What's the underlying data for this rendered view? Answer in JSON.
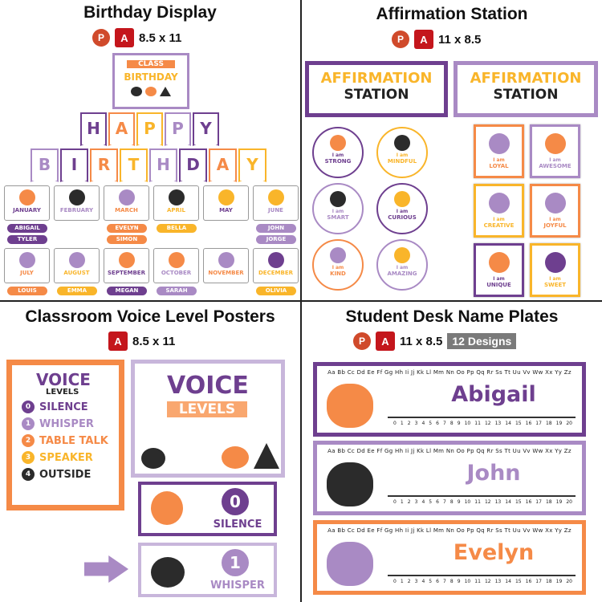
{
  "colors": {
    "purple": "#6e3f8f",
    "lavender": "#a98ac4",
    "orange": "#f58a47",
    "yellow": "#f9b52a",
    "black": "#2b2b2b"
  },
  "birthday": {
    "title": "Birthday Display",
    "formats": [
      "P",
      "A"
    ],
    "size": "8.5 x 11",
    "poster": {
      "line1": "CLASS",
      "line2": "BIRTHDAY"
    },
    "happy": [
      "H",
      "A",
      "P",
      "P",
      "Y"
    ],
    "birthday_word": [
      "B",
      "I",
      "R",
      "T",
      "H",
      "D",
      "A",
      "Y"
    ],
    "months": [
      {
        "label": "JANUARY",
        "color": "#6e3f8f",
        "icon": "pumpkin-icon",
        "iconColor": "#f58a47",
        "names": [
          "ABIGAIL",
          "TYLER"
        ]
      },
      {
        "label": "FEBRUARY",
        "color": "#a98ac4",
        "icon": "cauldron-icon",
        "iconColor": "#2b2b2b",
        "names": []
      },
      {
        "label": "MARCH",
        "color": "#f58a47",
        "icon": "spiderweb-icon",
        "iconColor": "#a98ac4",
        "names": [
          "EVELYN",
          "SIMON"
        ]
      },
      {
        "label": "APRIL",
        "color": "#f9b52a",
        "icon": "witch-hat-icon",
        "iconColor": "#2b2b2b",
        "names": [
          "BELLA"
        ]
      },
      {
        "label": "MAY",
        "color": "#6e3f8f",
        "icon": "candy-corn-icon",
        "iconColor": "#f9b52a",
        "names": []
      },
      {
        "label": "JUNE",
        "color": "#a98ac4",
        "icon": "moon-bat-icon",
        "iconColor": "#f9b52a",
        "names": [
          "JOHN",
          "JORGE"
        ]
      },
      {
        "label": "JULY",
        "color": "#f58a47",
        "icon": "lollipop-icon",
        "iconColor": "#a98ac4",
        "names": [
          "LOUIS"
        ]
      },
      {
        "label": "AUGUST",
        "color": "#f9b52a",
        "icon": "ghost-icon",
        "iconColor": "#a98ac4",
        "names": [
          "EMMA"
        ]
      },
      {
        "label": "SEPTEMBER",
        "color": "#6e3f8f",
        "icon": "ghost-icon",
        "iconColor": "#f58a47",
        "names": [
          "MEGAN"
        ]
      },
      {
        "label": "OCTOBER",
        "color": "#a98ac4",
        "icon": "candy-cane-icon",
        "iconColor": "#f58a47",
        "names": [
          "SARAH"
        ]
      },
      {
        "label": "NOVEMBER",
        "color": "#f58a47",
        "icon": "candy-icon",
        "iconColor": "#a98ac4",
        "names": []
      },
      {
        "label": "DECEMBER",
        "color": "#f9b52a",
        "icon": "bone-icon",
        "iconColor": "#6e3f8f",
        "names": [
          "OLIVIA"
        ]
      }
    ]
  },
  "affirmation": {
    "title": "Affirmation Station",
    "formats": [
      "P",
      "A"
    ],
    "size": "11 x 8.5",
    "banner": {
      "line1": "AFFIRMATION",
      "line2": "STATION"
    },
    "prefix": "I am",
    "circles": [
      {
        "word": "STRONG",
        "color": "#6e3f8f",
        "icon": "pumpkin-icon",
        "iconColor": "#f58a47"
      },
      {
        "word": "MINDFUL",
        "color": "#f9b52a",
        "icon": "witch-hat-icon",
        "iconColor": "#2b2b2b"
      },
      {
        "word": "SMART",
        "color": "#a98ac4",
        "icon": "cauldron-icon",
        "iconColor": "#2b2b2b"
      },
      {
        "word": "CURIOUS",
        "color": "#6e3f8f",
        "icon": "candy-corn-icon",
        "iconColor": "#f9b52a"
      },
      {
        "word": "KIND",
        "color": "#f58a47",
        "icon": "spiderweb-icon",
        "iconColor": "#a98ac4"
      },
      {
        "word": "AMAZING",
        "color": "#a98ac4",
        "icon": "moon-bat-icon",
        "iconColor": "#f9b52a"
      }
    ],
    "squares": [
      {
        "word": "LOYAL",
        "color": "#f58a47",
        "icon": "lollipop-icon",
        "iconColor": "#a98ac4"
      },
      {
        "word": "AWESOME",
        "color": "#a98ac4",
        "icon": "candy-cane-icon",
        "iconColor": "#f58a47"
      },
      {
        "word": "CREATIVE",
        "color": "#f9b52a",
        "icon": "ghost-icon",
        "iconColor": "#a98ac4"
      },
      {
        "word": "JOYFUL",
        "color": "#f58a47",
        "icon": "candy-icon",
        "iconColor": "#a98ac4"
      },
      {
        "word": "UNIQUE",
        "color": "#6e3f8f",
        "icon": "ghost-icon",
        "iconColor": "#f58a47"
      },
      {
        "word": "SWEET",
        "color": "#f9b52a",
        "icon": "bone-icon",
        "iconColor": "#6e3f8f"
      }
    ]
  },
  "voice": {
    "title": "Classroom Voice Level Posters",
    "formats": [
      "A"
    ],
    "size": "8.5 x 11",
    "poster_title": "VOICE",
    "poster_sub": "LEVELS",
    "big_title": "VOICE",
    "big_sub": "LEVELS",
    "levels": [
      {
        "n": "0",
        "label": "SILENCE",
        "color": "#6e3f8f"
      },
      {
        "n": "1",
        "label": "WHISPER",
        "color": "#a98ac4"
      },
      {
        "n": "2",
        "label": "TABLE TALK",
        "color": "#f58a47"
      },
      {
        "n": "3",
        "label": "SPEAKER",
        "color": "#f9b52a"
      },
      {
        "n": "4",
        "label": "OUTSIDE",
        "color": "#2b2b2b"
      }
    ]
  },
  "desk": {
    "title": "Student Desk Name Plates",
    "formats": [
      "P",
      "A"
    ],
    "size": "11 x 8.5",
    "designs": "12 Designs",
    "alphabet": "Aa Bb Cc Dd Ee Ff Gg Hh Ii Jj Kk Ll Mm Nn Oo Pp Qq Rr Ss Tt Uu Vv Ww Xx Yy Zz",
    "numbers": [
      "0",
      "1",
      "2",
      "3",
      "4",
      "5",
      "6",
      "7",
      "8",
      "9",
      "10",
      "11",
      "12",
      "13",
      "14",
      "15",
      "16",
      "17",
      "18",
      "19",
      "20"
    ],
    "plates": [
      {
        "name": "Abigail",
        "color": "#6e3f8f",
        "icon": "pumpkin-icon",
        "iconColor": "#f58a47"
      },
      {
        "name": "John",
        "color": "#a98ac4",
        "icon": "cauldron-icon",
        "iconColor": "#2b2b2b"
      },
      {
        "name": "Evelyn",
        "color": "#f58a47",
        "icon": "spiderweb-icon",
        "iconColor": "#a98ac4"
      }
    ]
  }
}
